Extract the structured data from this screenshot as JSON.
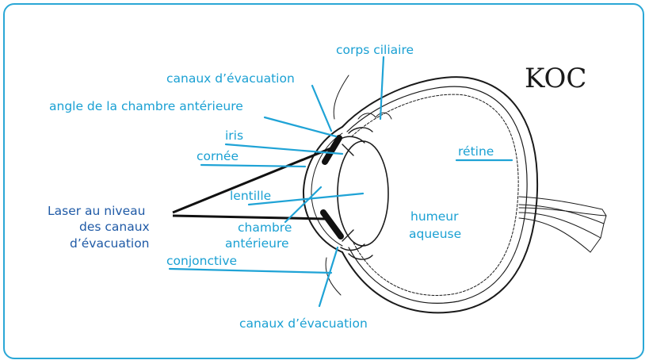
{
  "labels": {
    "corps_ciliaire": "corps ciliaire",
    "canaux_top": "canaux d’évacuation",
    "angle": "angle de la chambre antérieure",
    "iris": "iris",
    "cornee": "cornée",
    "lentille": "lentille",
    "laser_line1": "Laser au niveau",
    "laser_line2": "des canaux",
    "laser_line3": "d’évacuation",
    "chambre_line1": "chambre",
    "chambre_line2": "antérieure",
    "conjonctive": "conjonctive",
    "canaux_bottom": "canaux d’évacuation",
    "retine": "rétine",
    "humeur_line1": "humeur",
    "humeur_line2": "aqueuse"
  },
  "logo": {
    "text": "KOC"
  },
  "colors": {
    "accent": "#1aa0d3",
    "border": "#2aa7d6",
    "laser_label": "#1f5aa6",
    "ink": "#1a1a1a"
  }
}
